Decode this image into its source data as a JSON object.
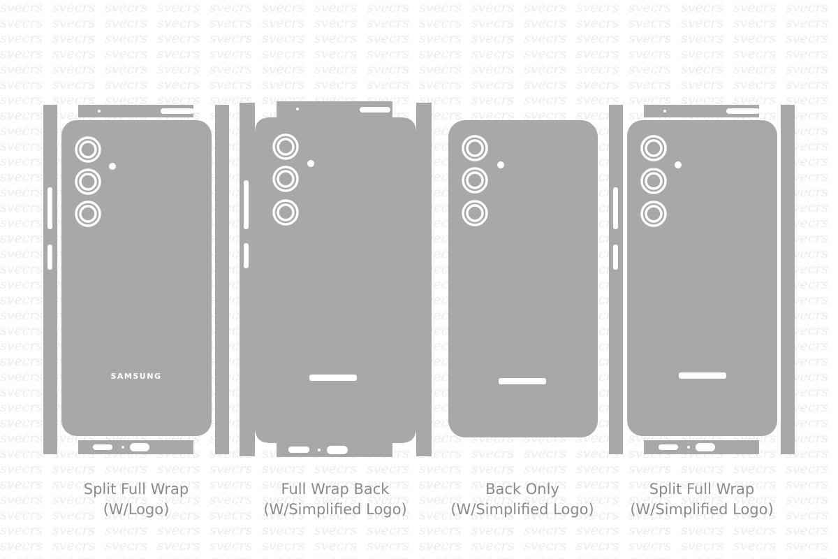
{
  "brand_text": "SAMSUNG",
  "watermark_text": "svecrs",
  "colors": {
    "skin": "#a8a8a8",
    "watermark": "#ececec",
    "caption": "#8a8a8a"
  },
  "templates": [
    {
      "name": "Split Full Wrap",
      "variant": "(W/Logo)"
    },
    {
      "name": "Full Wrap Back",
      "variant": "(W/Simplified Logo)"
    },
    {
      "name": "Back Only",
      "variant": "(W/Simplified Logo)"
    },
    {
      "name": "Split Full Wrap",
      "variant": "(W/Simplified Logo)"
    }
  ]
}
